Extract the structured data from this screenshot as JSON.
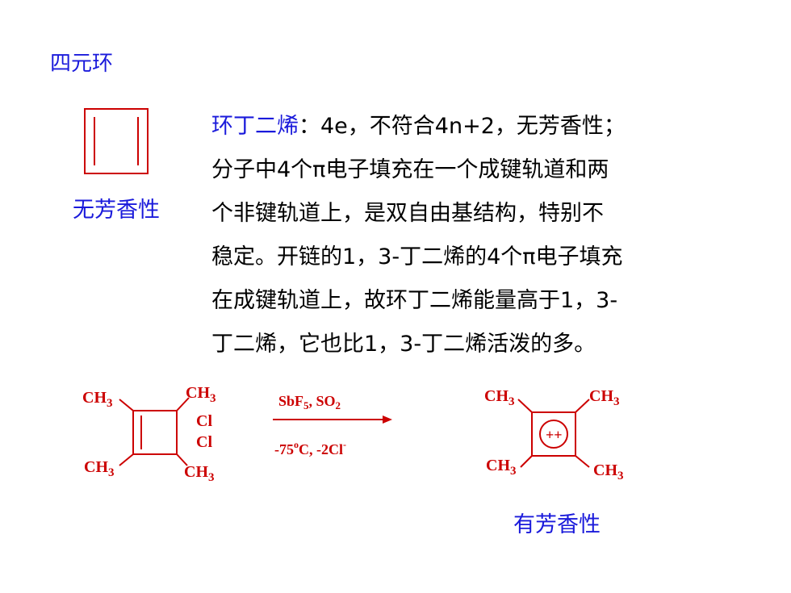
{
  "heading": "四元环",
  "left_label": "无芳香性",
  "right_label": "有芳香性",
  "paragraph": {
    "highlight": "环丁二烯",
    "lines": [
      "：4e，不符合4n+2，无芳香性；",
      "分子中4个π电子填充在一个成键轨道和两",
      "个非键轨道上，是双自由基结构，特别不",
      "稳定。开链的1，3-丁二烯的4个π电子填充",
      "在成键轨道上，故环丁二烯能量高于1，3-",
      "丁二烯，它也比1，3-丁二烯活泼的多。"
    ]
  },
  "reaction": {
    "reagent_top": "SbF5, SO2",
    "reagent_bottom": "-75oC, -2Cl-",
    "reactant_substituents": [
      "CH3",
      "CH3",
      "Cl",
      "Cl",
      "CH3",
      "CH3"
    ],
    "product_substituents": [
      "CH3",
      "CH3",
      "CH3",
      "CH3"
    ],
    "product_charge": "++"
  },
  "colors": {
    "blue": "#1a1adb",
    "red": "#cc0000"
  }
}
